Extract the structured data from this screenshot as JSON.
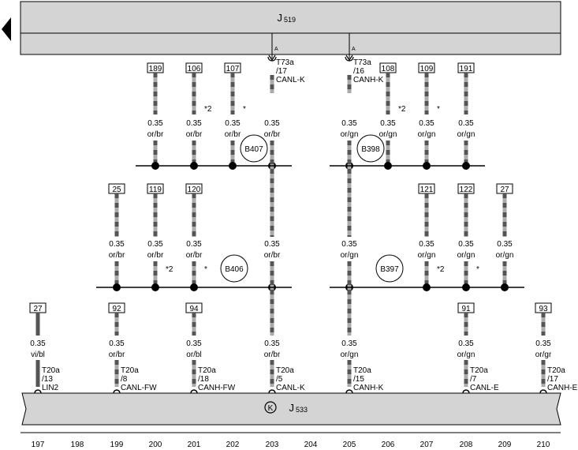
{
  "nav": {
    "icon": "left-triangle-icon"
  },
  "top_component": {
    "name": "J",
    "sub": "519"
  },
  "bottom_component": {
    "name": "J",
    "sub": "533",
    "badge": "K"
  },
  "top_pins": [
    {
      "connector": "T73a",
      "pin": "/17",
      "signal": "CANL-K",
      "marker": "A"
    },
    {
      "connector": "T73a",
      "pin": "/16",
      "signal": "CANH-K",
      "marker": "A"
    }
  ],
  "upper_wires": [
    {
      "box": "189",
      "gauge": "0.35",
      "color": "or/br",
      "note": ""
    },
    {
      "box": "106",
      "gauge": "0.35",
      "color": "or/br",
      "note": "*2"
    },
    {
      "box": "107",
      "gauge": "0.35",
      "color": "or/br",
      "note": "*"
    },
    {
      "box": "",
      "gauge": "0.35",
      "color": "or/br",
      "note": ""
    },
    {
      "box": "",
      "gauge": "0.35",
      "color": "or/gn",
      "note": ""
    },
    {
      "box": "108",
      "gauge": "0.35",
      "color": "or/gn",
      "note": "*2"
    },
    {
      "box": "109",
      "gauge": "0.35",
      "color": "or/gn",
      "note": "*"
    },
    {
      "box": "191",
      "gauge": "0.35",
      "color": "or/gn",
      "note": ""
    }
  ],
  "upper_nodes": [
    "B407",
    "B398"
  ],
  "middle_wires": [
    {
      "box": "25",
      "gauge": "0.35",
      "color": "or/br",
      "note": ""
    },
    {
      "box": "119",
      "gauge": "0.35",
      "color": "or/br",
      "note": "*2"
    },
    {
      "box": "120",
      "gauge": "0.35",
      "color": "or/br",
      "note": "*"
    },
    {
      "box": "",
      "gauge": "0.35",
      "color": "or/br",
      "note": ""
    },
    {
      "box": "",
      "gauge": "0.35",
      "color": "or/gn",
      "note": ""
    },
    {
      "box": "121",
      "gauge": "0.35",
      "color": "or/gn",
      "note": "*2"
    },
    {
      "box": "122",
      "gauge": "0.35",
      "color": "or/gn",
      "note": "*"
    },
    {
      "box": "27",
      "gauge": "0.35",
      "color": "or/gn",
      "note": ""
    }
  ],
  "middle_nodes": [
    "B406",
    "B397"
  ],
  "lower_wires": [
    {
      "box": "27",
      "gauge": "0.35",
      "color": "vi/bl",
      "connector": "T20a",
      "pin": "/13",
      "signal": "LIN2"
    },
    {
      "box": "92",
      "gauge": "0.35",
      "color": "or/br",
      "connector": "T20a",
      "pin": "/8",
      "signal": "CANL-FW"
    },
    {
      "box": "94",
      "gauge": "0.35",
      "color": "or/bl",
      "connector": "T20a",
      "pin": "/18",
      "signal": "CANH-FW"
    },
    {
      "box": "",
      "gauge": "0.35",
      "color": "or/br",
      "connector": "T20a",
      "pin": "/5",
      "signal": "CANL-K"
    },
    {
      "box": "",
      "gauge": "0.35",
      "color": "or/gn",
      "connector": "T20a",
      "pin": "/15",
      "signal": "CANH-K"
    },
    {
      "box": "91",
      "gauge": "0.35",
      "color": "or/gn",
      "connector": "T20a",
      "pin": "/7",
      "signal": "CANL-E"
    },
    {
      "box": "93",
      "gauge": "0.35",
      "color": "or/gr",
      "connector": "T20a",
      "pin": "/17",
      "signal": "CANH-E"
    }
  ],
  "grid_numbers": [
    "197",
    "198",
    "199",
    "200",
    "201",
    "202",
    "203",
    "204",
    "205",
    "206",
    "207",
    "208",
    "209",
    "210"
  ],
  "colors": {
    "line": "#000000",
    "panel": "#d4d4d4",
    "wire_dark": "#555555",
    "wire_light": "#aaaaaa",
    "wire_solid": "#555555"
  }
}
